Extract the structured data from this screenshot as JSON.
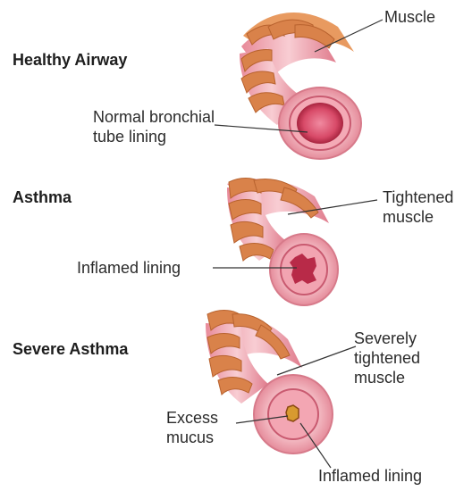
{
  "panels": [
    {
      "heading": "Healthy Airway",
      "labels": {
        "muscle": "Muscle",
        "lining": "Normal bronchial\ntube lining"
      }
    },
    {
      "heading": "Asthma",
      "labels": {
        "muscle": "Tightened\nmuscle",
        "lining": "Inflamed lining"
      }
    },
    {
      "heading": "Severe Asthma",
      "labels": {
        "muscle": "Severely\ntightened\nmuscle",
        "mucus": "Excess\nmucus",
        "lining": "Inflamed lining"
      }
    }
  ],
  "colors": {
    "muscle_band": "#d9824a",
    "tube_pink": "#f2b6bf",
    "lumen_red": "#c53a55",
    "mucus": "#d89a30",
    "leader_line": "#333333"
  }
}
